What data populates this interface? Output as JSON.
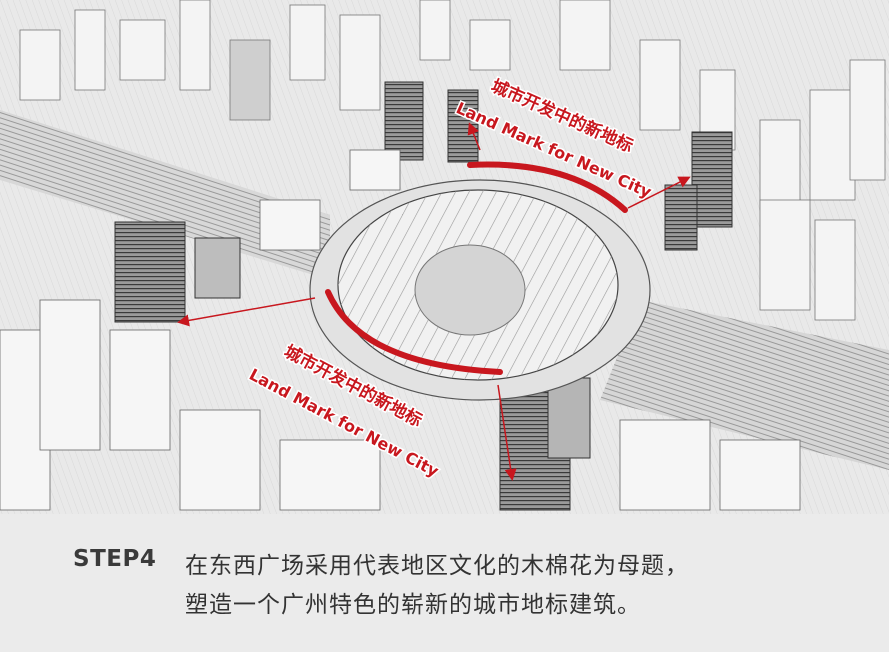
{
  "caption": {
    "step": "STEP4",
    "line1": "在东西广场采用代表地区文化的木棉花为母题，",
    "line2": "塑造一个广州特色的崭新的城市地标建筑。"
  },
  "annotations": {
    "upper": {
      "title_cn": "城市开发中的新地标",
      "title_en": "Land Mark for New City"
    },
    "lower": {
      "title_cn": "城市开发中的新地标",
      "title_en": "Land Mark for New City"
    }
  },
  "colors": {
    "accent": "#c8171e",
    "caption_band": "#ebebeb",
    "caption_text": "#333333"
  }
}
